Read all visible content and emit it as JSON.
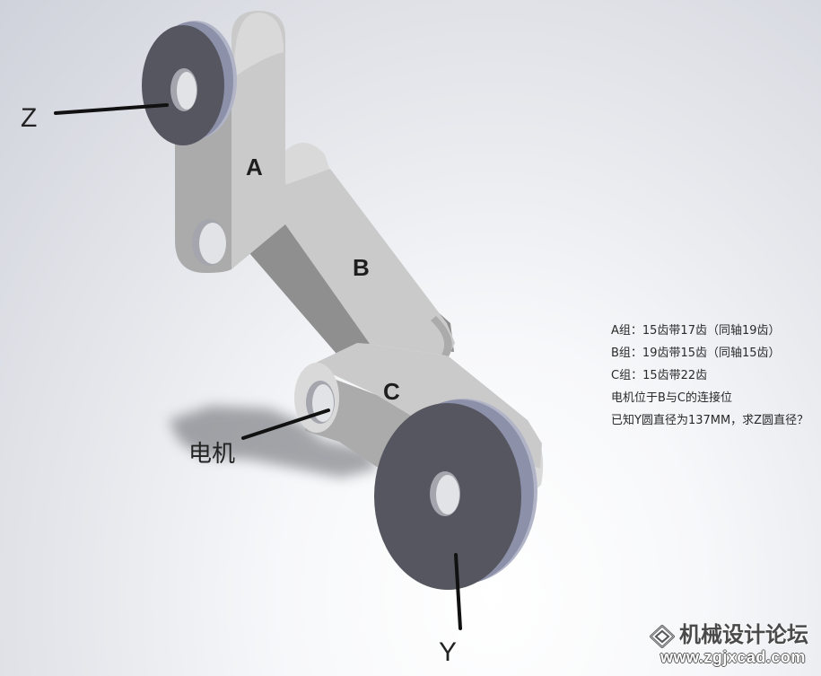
{
  "labels": {
    "z": "Z",
    "a": "A",
    "b": "B",
    "c": "C",
    "motor": "电机",
    "y": "Y"
  },
  "notes": [
    "A组：15齿带17齿（同轴19齿）",
    "B组：19齿带15齿（同轴15齿）",
    "C组：15齿带22齿",
    "电机位于B与C的连接位",
    "已知Y圆直径为137MM，求Z圆直径？"
  ],
  "watermark": {
    "logo_icon": "diamond-logo-icon",
    "name": "机械设计论坛",
    "url": "www.zgjxcad.com"
  },
  "colors": {
    "disc_face": "#55565f",
    "disc_rim": "#8c90a8",
    "disc_rim_highlight": "#b1b4c7",
    "hole_wall": "#a4a5ad",
    "hole_light": "#e2e3e7",
    "arm_light": "#cacaca",
    "arm_lighter": "#d9d9d9",
    "arm_mid": "#ababab",
    "arm_dark": "#8f8f8f",
    "leader": "#111111"
  }
}
